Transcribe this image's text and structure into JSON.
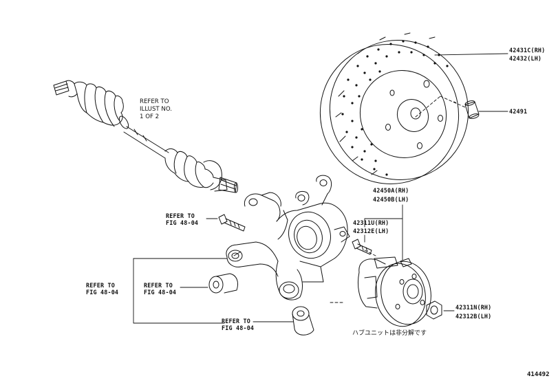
{
  "labels": {
    "rotor_rh": "42431C(RH)",
    "rotor_lh": "42432(LH)",
    "plug": "42491",
    "hub_rh": "42450A(RH)",
    "hub_lh": "42450B(LH)",
    "bolt_rh": "42311U(RH)",
    "bolt_lh": "42312E(LH)",
    "nut_rh": "42311N(RH)",
    "nut_lh": "42312B(LH)",
    "refer_illust_1": "REFER TO",
    "refer_illust_2": "ILLUST NO.",
    "refer_illust_3": "1 OF 2",
    "refer_a_1": "REFER TO",
    "refer_a_2": "FIG 48-04",
    "refer_b_1": "REFER TO",
    "refer_b_2": "FIG 48-04",
    "refer_c_1": "REFER TO",
    "refer_c_2": "FIG 48-04",
    "refer_d_1": "REFER TO",
    "refer_d_2": "FIG 48-04",
    "hub_note": "ハブユニットは非分解です",
    "figure_number": "414492"
  }
}
